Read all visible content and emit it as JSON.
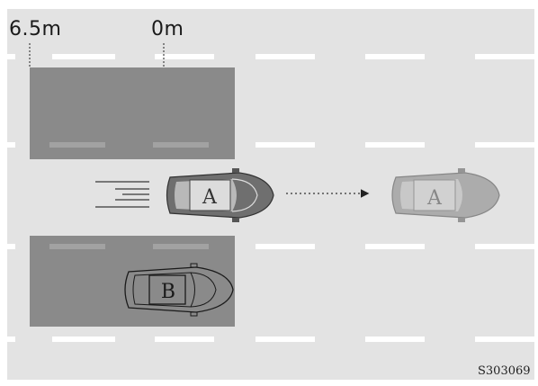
{
  "distance_labels": {
    "far": "6.5m",
    "near": "0m"
  },
  "vehicles": {
    "a_current": {
      "label": "A"
    },
    "a_future": {
      "label": "A"
    },
    "b": {
      "label": "B"
    }
  },
  "figure_code": "S303069",
  "colors": {
    "road": "#e3e3e3",
    "lane_marking": "#ffffff",
    "detection_zone": "#8a8a8a",
    "car_dark": "#6f6f6f",
    "car_faded": "#a3a3a3"
  }
}
